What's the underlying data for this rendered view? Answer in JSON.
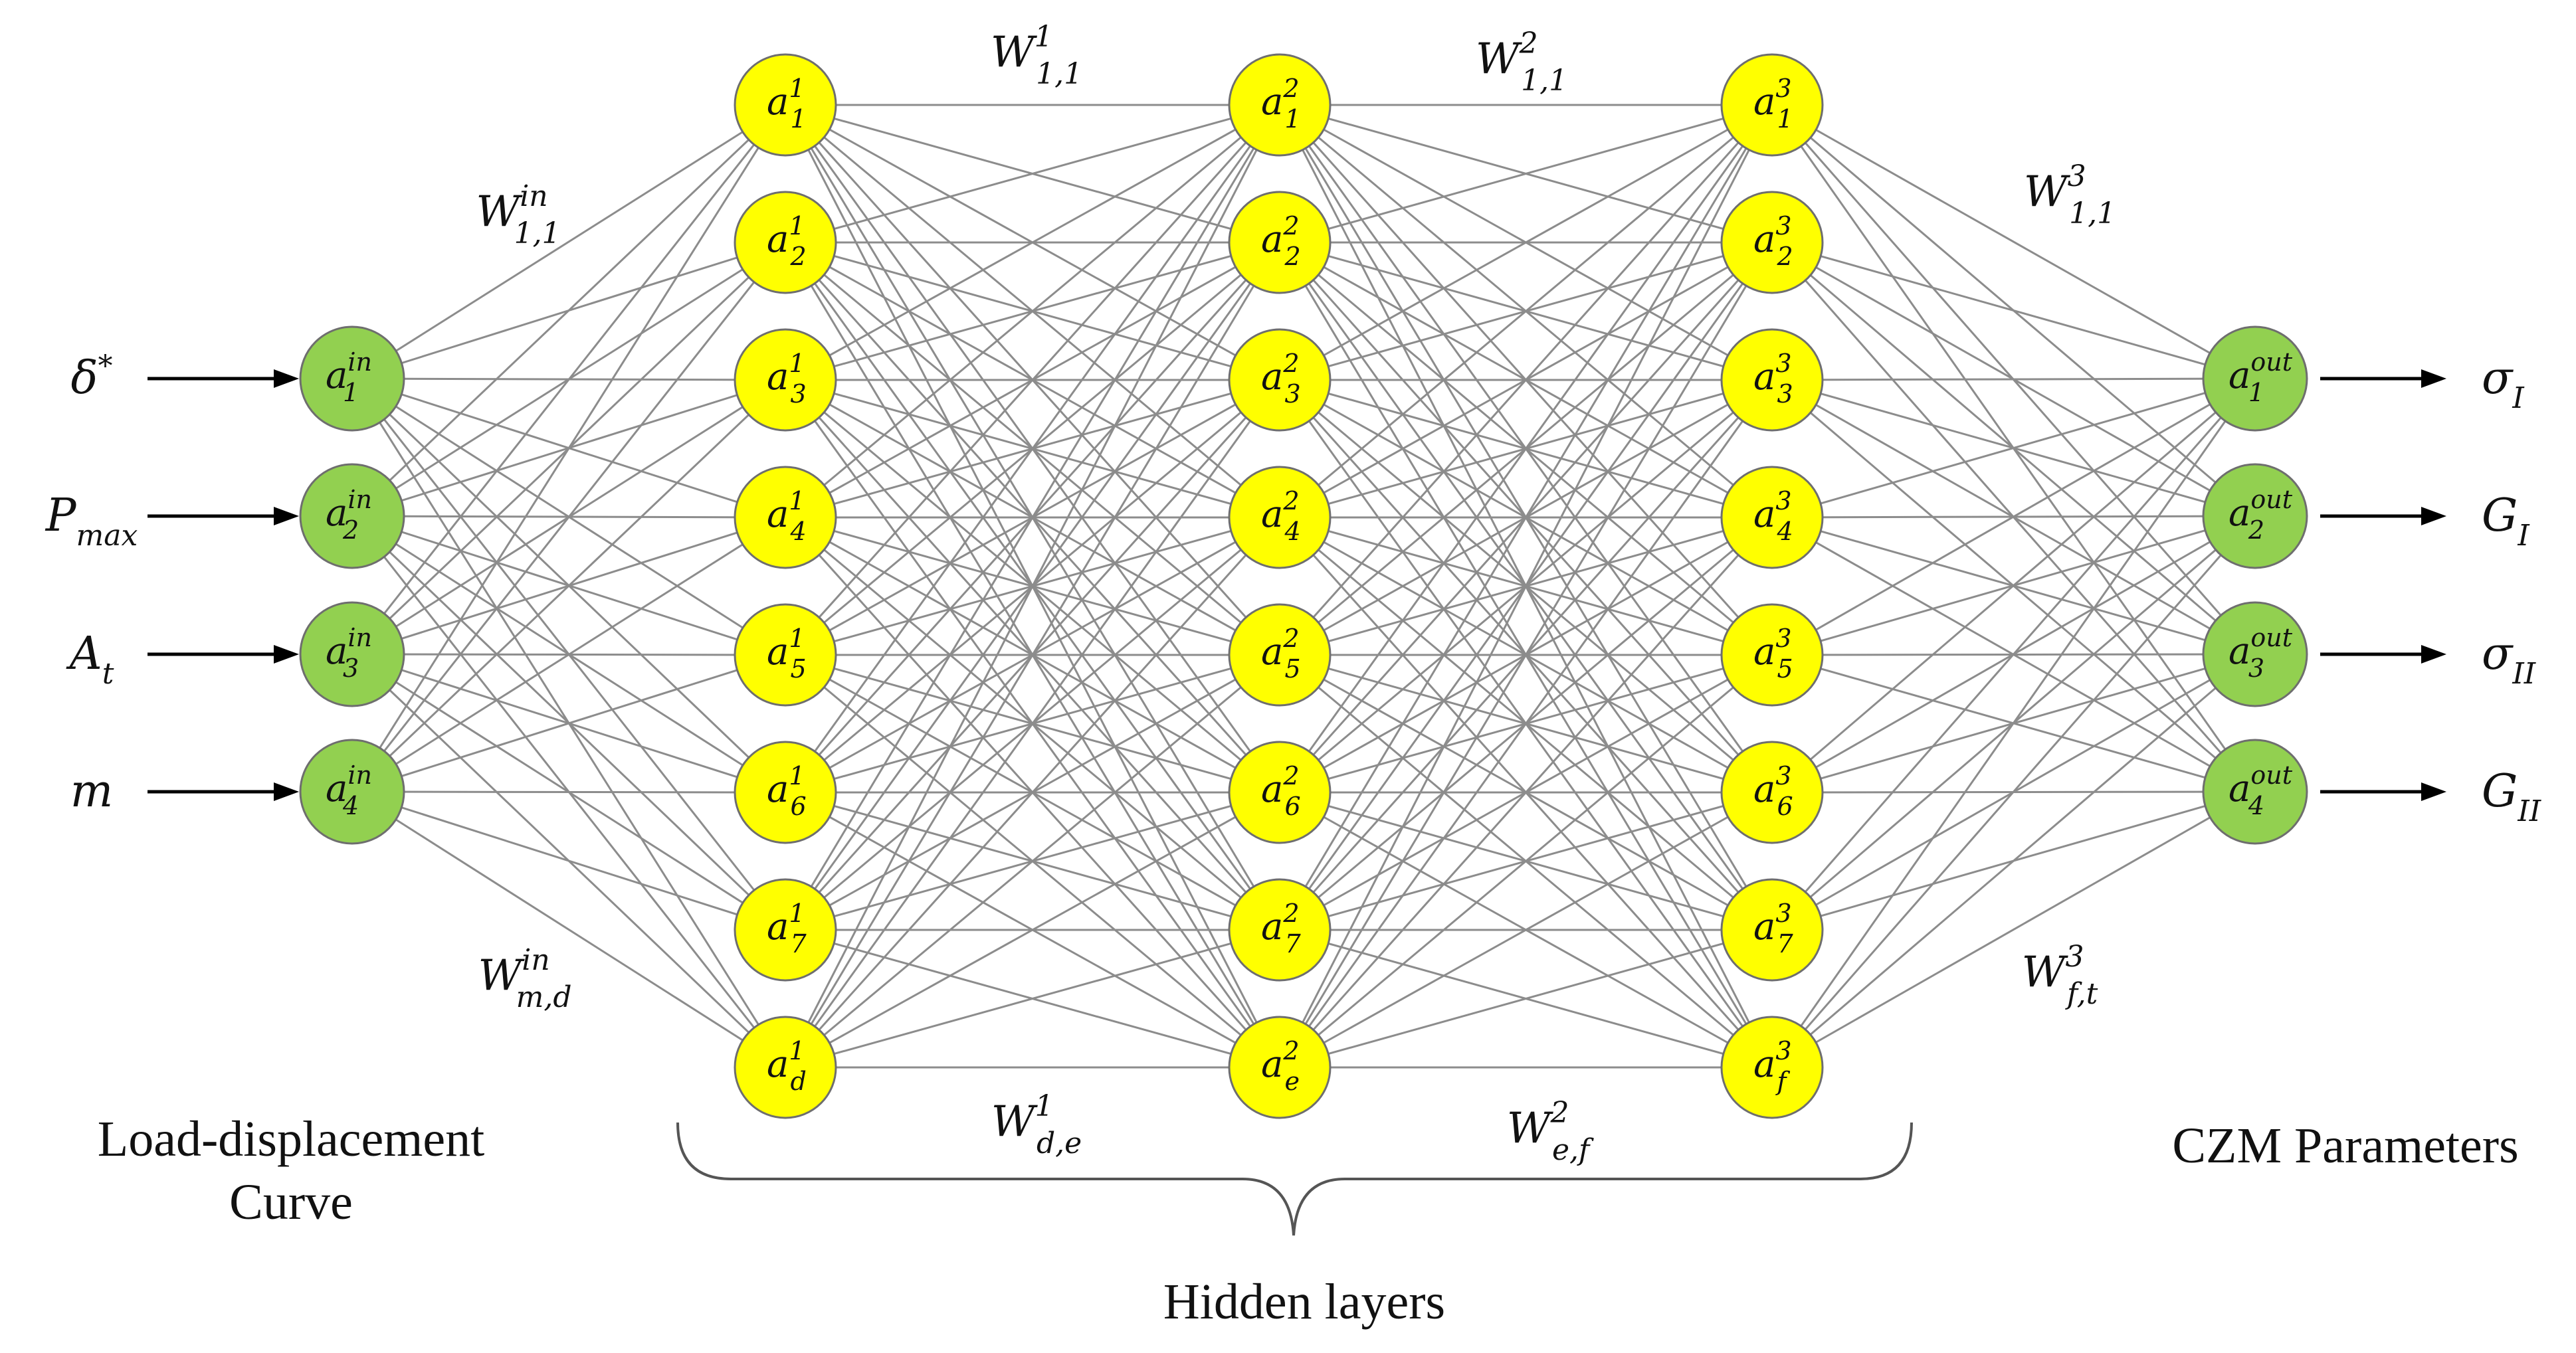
{
  "colors": {
    "input_node": "#92d050",
    "hidden_node": "#ffff00",
    "output_node": "#92d050",
    "edge": "#8c8c8c"
  },
  "layers": [
    {
      "id": "in",
      "nodes": [
        {
          "base": "a",
          "sub": "1",
          "sup": "in"
        },
        {
          "base": "a",
          "sub": "2",
          "sup": "in"
        },
        {
          "base": "a",
          "sub": "3",
          "sup": "in"
        },
        {
          "base": "a",
          "sub": "4",
          "sup": "in"
        }
      ]
    },
    {
      "id": "h1",
      "nodes": [
        {
          "base": "a",
          "sub": "1",
          "sup": "1"
        },
        {
          "base": "a",
          "sub": "2",
          "sup": "1"
        },
        {
          "base": "a",
          "sub": "3",
          "sup": "1"
        },
        {
          "base": "a",
          "sub": "4",
          "sup": "1"
        },
        {
          "base": "a",
          "sub": "5",
          "sup": "1"
        },
        {
          "base": "a",
          "sub": "6",
          "sup": "1"
        },
        {
          "base": "a",
          "sub": "7",
          "sup": "1"
        },
        {
          "base": "a",
          "sub": "d",
          "sup": "1"
        }
      ]
    },
    {
      "id": "h2",
      "nodes": [
        {
          "base": "a",
          "sub": "1",
          "sup": "2"
        },
        {
          "base": "a",
          "sub": "2",
          "sup": "2"
        },
        {
          "base": "a",
          "sub": "3",
          "sup": "2"
        },
        {
          "base": "a",
          "sub": "4",
          "sup": "2"
        },
        {
          "base": "a",
          "sub": "5",
          "sup": "2"
        },
        {
          "base": "a",
          "sub": "6",
          "sup": "2"
        },
        {
          "base": "a",
          "sub": "7",
          "sup": "2"
        },
        {
          "base": "a",
          "sub": "e",
          "sup": "2"
        }
      ]
    },
    {
      "id": "h3",
      "nodes": [
        {
          "base": "a",
          "sub": "1",
          "sup": "3"
        },
        {
          "base": "a",
          "sub": "2",
          "sup": "3"
        },
        {
          "base": "a",
          "sub": "3",
          "sup": "3"
        },
        {
          "base": "a",
          "sub": "4",
          "sup": "3"
        },
        {
          "base": "a",
          "sub": "5",
          "sup": "3"
        },
        {
          "base": "a",
          "sub": "6",
          "sup": "3"
        },
        {
          "base": "a",
          "sub": "7",
          "sup": "3"
        },
        {
          "base": "a",
          "sub": "f",
          "sup": "3"
        }
      ]
    },
    {
      "id": "out",
      "nodes": [
        {
          "base": "a",
          "sub": "1",
          "sup": "out"
        },
        {
          "base": "a",
          "sub": "2",
          "sup": "out"
        },
        {
          "base": "a",
          "sub": "3",
          "sup": "out"
        },
        {
          "base": "a",
          "sub": "4",
          "sup": "out"
        }
      ]
    }
  ],
  "inputs": [
    {
      "base": "δ",
      "sup": "*",
      "sub": ""
    },
    {
      "base": "P",
      "sup": "",
      "sub": "max"
    },
    {
      "base": "A",
      "sup": "",
      "sub": "t"
    },
    {
      "base": "m",
      "sup": "",
      "sub": ""
    }
  ],
  "outputs": [
    {
      "base": "σ",
      "sub": "I"
    },
    {
      "base": "G",
      "sub": "I"
    },
    {
      "base": "σ",
      "sub": "II"
    },
    {
      "base": "G",
      "sub": "II"
    }
  ],
  "weights": {
    "in_top": {
      "base": "W",
      "sup": "in",
      "sub": "1,1"
    },
    "in_bot": {
      "base": "W",
      "sup": "in",
      "sub": "m,d"
    },
    "h1_top": {
      "base": "W",
      "sup": "1",
      "sub": "1,1"
    },
    "h1_bot": {
      "base": "W",
      "sup": "1",
      "sub": "d,e"
    },
    "h2_top": {
      "base": "W",
      "sup": "2",
      "sub": "1,1"
    },
    "h2_bot": {
      "base": "W",
      "sup": "2",
      "sub": "e,f"
    },
    "out_top": {
      "base": "W",
      "sup": "3",
      "sub": "1,1"
    },
    "out_bot": {
      "base": "W",
      "sup": "3",
      "sub": "f,t"
    }
  },
  "labels": {
    "input_caption_line1": "Load-displacement",
    "input_caption_line2": "Curve",
    "output_caption": "CZM Parameters",
    "hidden_caption": "Hidden layers"
  }
}
